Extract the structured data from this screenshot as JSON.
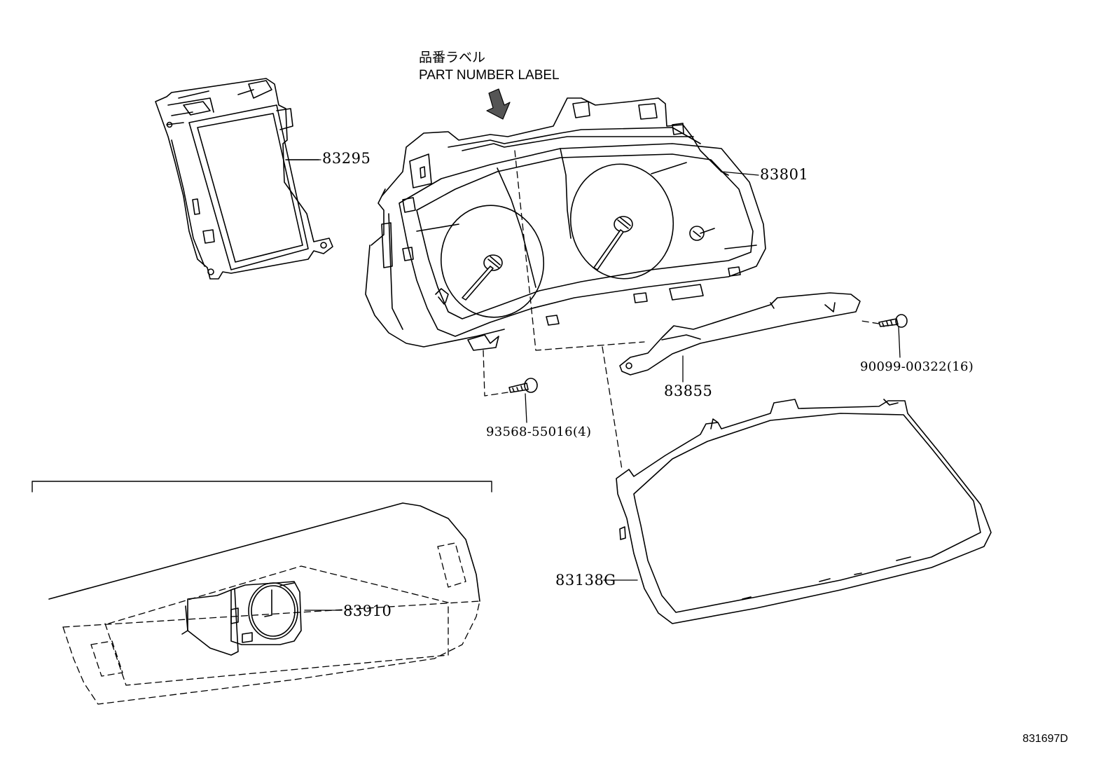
{
  "label_callout": {
    "japanese": "品番ラベル",
    "english": "PART NUMBER LABEL"
  },
  "parts": {
    "p83295": "83295",
    "p83801": "83801",
    "p83855": "83855",
    "p90099": "90099-00322(16)",
    "p93568": "93568-55016(4)",
    "p83138g": "83138G",
    "p83910": "83910"
  },
  "diagram_ref": "831697D",
  "colors": {
    "line": "#000000",
    "background": "#ffffff"
  }
}
